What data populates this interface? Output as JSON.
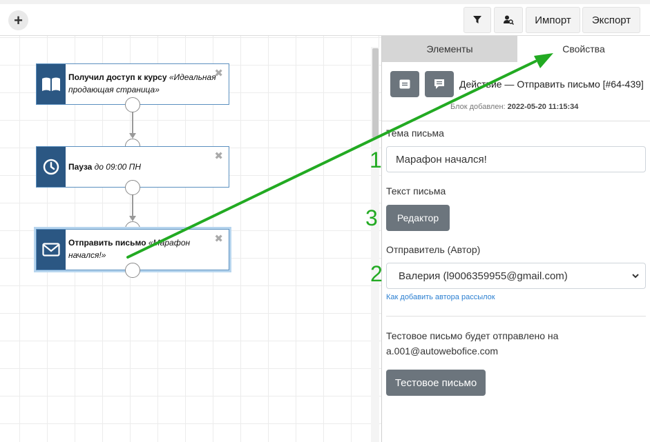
{
  "toolbar": {
    "add_symbol": "+",
    "import_label": "Импорт",
    "export_label": "Экспорт"
  },
  "canvas": {
    "nodes": [
      {
        "title": "Получил доступ к курсу",
        "detail": "«Идеальная продающая страница»",
        "icon": "book-icon"
      },
      {
        "title": "Пауза",
        "detail": "до 09:00 ПН",
        "icon": "clock-icon"
      },
      {
        "title": "Отправить письмо",
        "detail": "«Марафон начался!»",
        "icon": "envelope-icon"
      }
    ],
    "close_symbol": "✖"
  },
  "panel": {
    "tabs": [
      "Элементы",
      "Свойства"
    ],
    "action_title": "Действие — Отправить письмо [#64-439]",
    "added_label": "Блок добавлен:",
    "added_value": "2022-05-20 11:15:34",
    "subject_label": "Тема письма",
    "subject_value": "Марафон начался!",
    "body_label": "Текст письма",
    "editor_button": "Редактор",
    "sender_label": "Отправитель (Автор)",
    "sender_value": "Валерия (l9006359955@gmail.com)",
    "sender_help_link": "Как добавить автора рассылок",
    "test_info_line1": "Тестовое письмо будет отправлено на",
    "test_info_line2": "a.001@autowebofice.com",
    "test_button": "Тестовое письмо"
  },
  "annotations": {
    "marker_1": "1",
    "marker_2": "2",
    "marker_3": "3",
    "arrow_color": "#22aa22"
  },
  "colors": {
    "node_side": "#2b5783",
    "button_grey": "#6c757d",
    "link": "#2b7fd1"
  }
}
